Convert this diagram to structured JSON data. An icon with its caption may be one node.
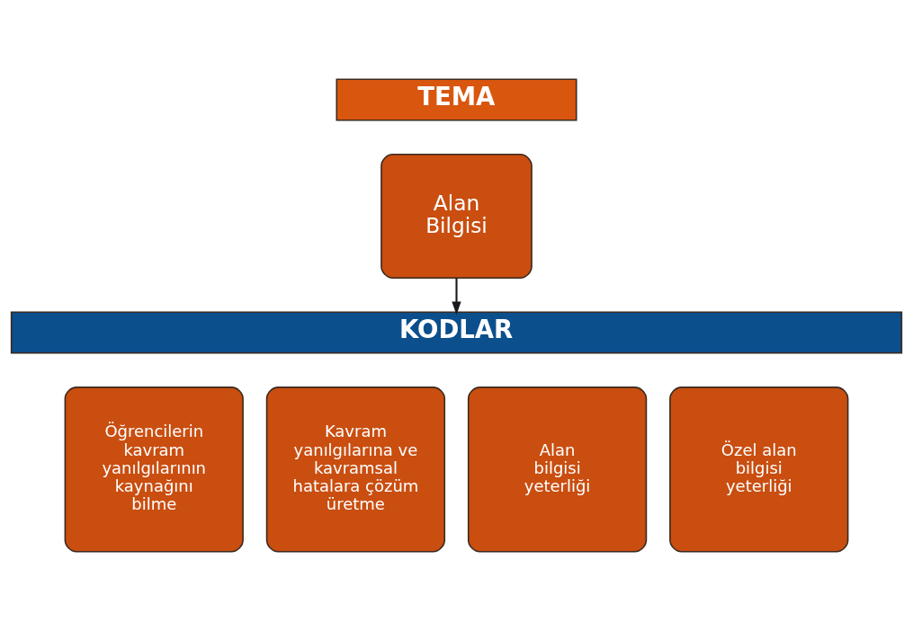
{
  "diagram": {
    "nodes": [
      {
        "text": [
          "TEMA"
        ]
      },
      {
        "text": [
          "Alan Bilgisi"
        ]
      },
      {
        "text": [
          "KODLAR"
        ]
      },
      {
        "text": [
          "Öğrencilerin kavram yanılgılarının kaynağını bilme"
        ]
      },
      {
        "text": [
          "Kavram yanılgılarına ve kavramsal hatalara çözüm üretme"
        ]
      },
      {
        "text": [
          "Alan bilgisi yeterliği"
        ]
      },
      {
        "text": [
          "Özel alan bilgisi yeterliği"
        ]
      }
    ],
    "edges": [
      {
        "from": 1,
        "to": 2,
        "arrow": "to"
      }
    ]
  }
}
